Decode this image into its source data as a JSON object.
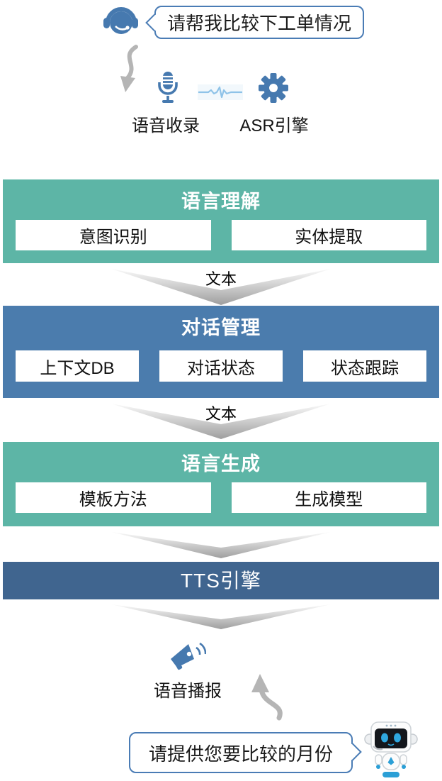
{
  "colors": {
    "teal_block": "#5db5a6",
    "blue_block": "#4b7cad",
    "tts_bar": "#40658f",
    "icon_blue": "#4679af",
    "bubble_border": "#4a7cb5",
    "arrow_gray": "#b5b5b5",
    "wave_blue": "#8fc3e8"
  },
  "user_query": {
    "bubble_text": "请帮我比较下工单情况"
  },
  "capture_row": {
    "voice_label": "语音收录",
    "asr_label": "ASR引擎"
  },
  "flow_label": "文本",
  "blocks": [
    {
      "title": "语言理解",
      "items": [
        "意图识别",
        "实体提取"
      ]
    },
    {
      "title": "对话管理",
      "items": [
        "上下文DB",
        "对话状态",
        "状态跟踪"
      ]
    },
    {
      "title": "语言生成",
      "items": [
        "模板方法",
        "生成模型"
      ]
    }
  ],
  "tts_label": "TTS引擎",
  "broadcast_label": "语音播报",
  "bot_reply": {
    "bubble_text": "请提供您要比较的月份"
  }
}
